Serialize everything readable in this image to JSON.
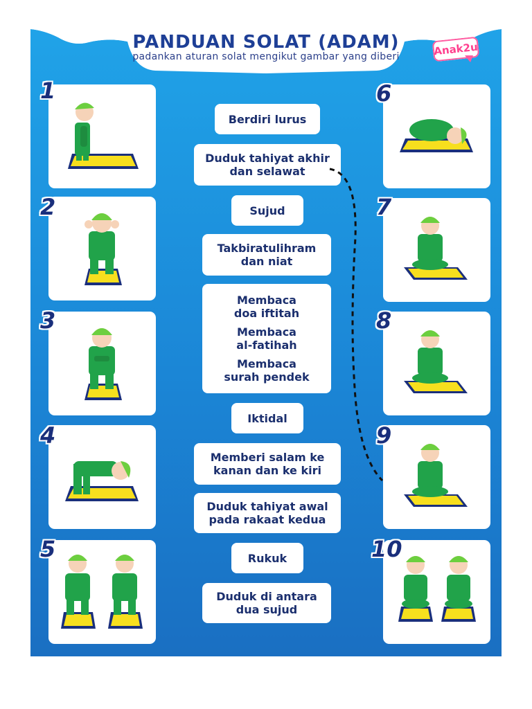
{
  "header": {
    "title": "PANDUAN SOLAT (ADAM)",
    "subtitle": "padankan aturan solat mengikut gambar yang diberi",
    "logo": "Anak2u"
  },
  "numbers": [
    "1",
    "2",
    "3",
    "4",
    "5",
    "6",
    "7",
    "8",
    "9",
    "10"
  ],
  "steps": [
    {
      "lines": [
        "Berdiri lurus"
      ]
    },
    {
      "lines": [
        "Duduk tahiyat akhir",
        "dan selawat"
      ]
    },
    {
      "lines": [
        "Sujud"
      ]
    },
    {
      "lines": [
        "Takbiratulihram",
        "dan niat"
      ]
    },
    {
      "lines": [
        "Membaca",
        "doa iftitah",
        "Membaca",
        "al-fatihah",
        "Membaca",
        "surah pendek"
      ]
    },
    {
      "lines": [
        "Iktidal"
      ]
    },
    {
      "lines": [
        "Memberi salam ke",
        "kanan dan ke kiri"
      ]
    },
    {
      "lines": [
        "Duduk tahiyat awal",
        "pada rakaat kedua"
      ]
    },
    {
      "lines": [
        "Rukuk"
      ]
    },
    {
      "lines": [
        "Duduk di antara",
        "dua sujud"
      ]
    }
  ],
  "colors": {
    "background": "#1b86d6",
    "title": "#1e3f96",
    "figure_green": "#21a34a",
    "cap_green": "#6ccf3f",
    "mat": "#f7df1e",
    "dashed_line": "#111111"
  }
}
